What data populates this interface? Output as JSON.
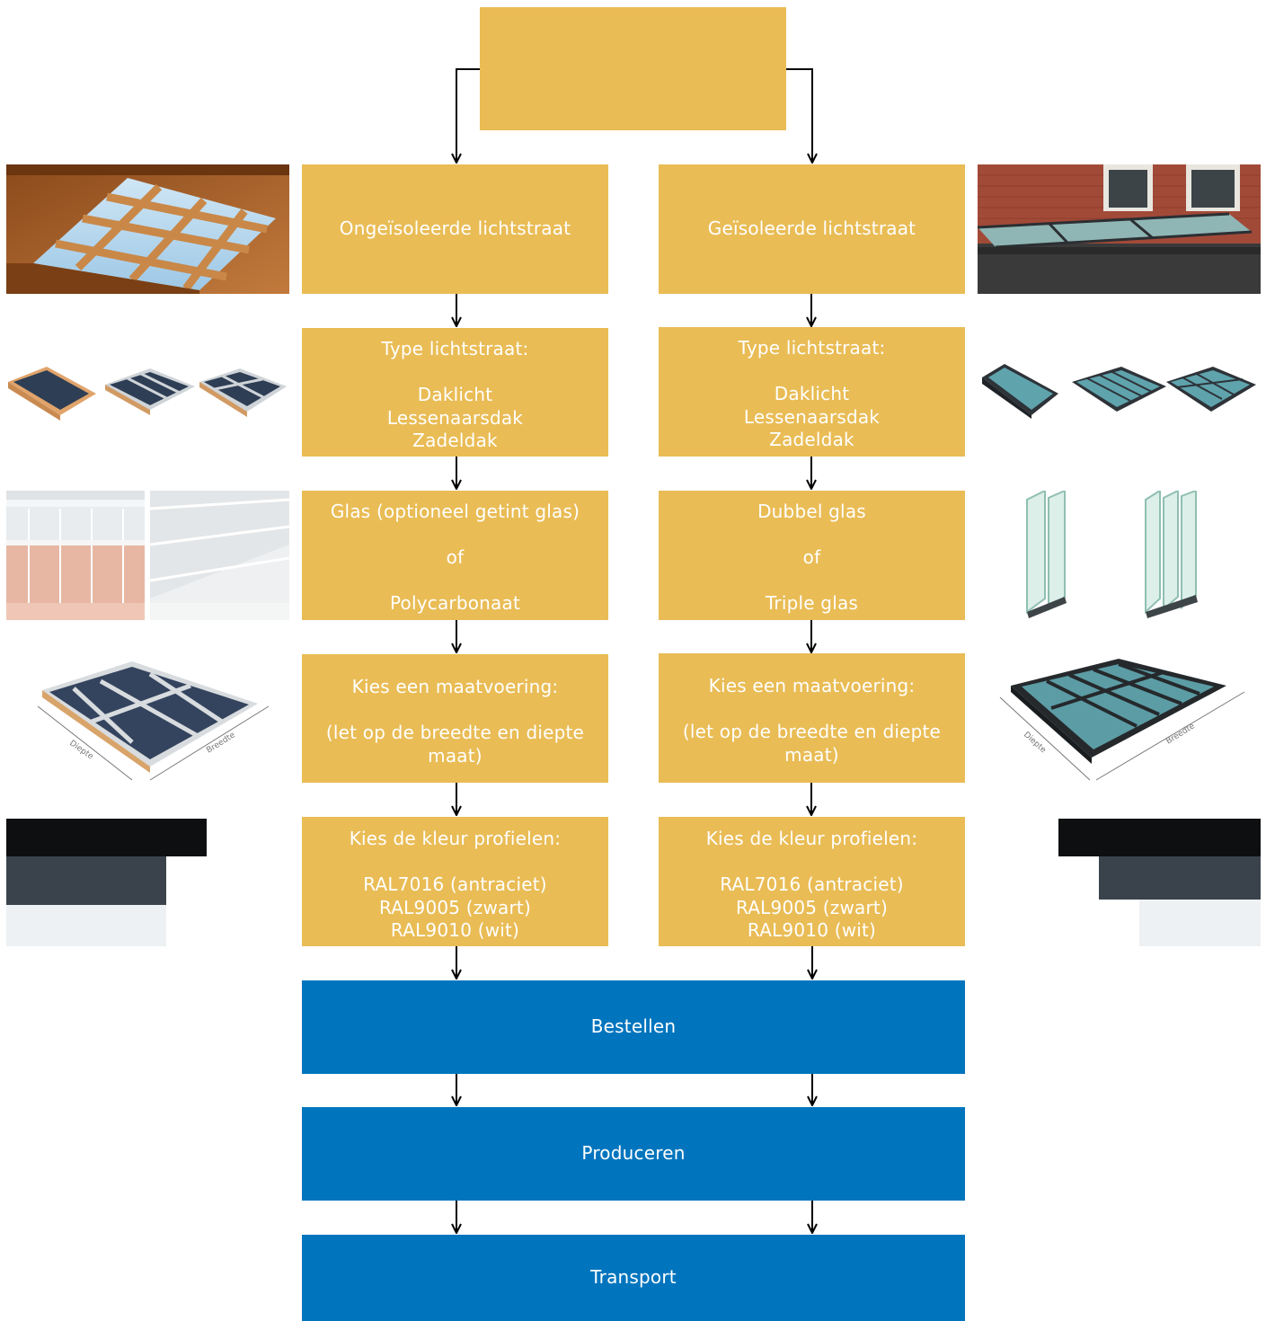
{
  "colors": {
    "gold": "#e9bc55",
    "blue": "#0075be",
    "arrow": "#000000",
    "text": "#ffffff"
  },
  "top_box": {
    "text": ""
  },
  "left_column": {
    "title": "Ongeïsoleerde lichtstraat",
    "type_lines": [
      "Type lichtstraat:",
      "",
      "Daklicht",
      "Lessenaarsdak",
      "Zadeldak"
    ],
    "glass_lines": [
      "Glas (optioneel getint glas)",
      "",
      "of",
      "",
      "Polycarbonaat"
    ],
    "size_lines": [
      "Kies een maatvoering:",
      "",
      "(let op de breedte en diepte",
      "maat)"
    ],
    "color_lines": [
      "Kies de kleur profielen:",
      "",
      "RAL7016 (antraciet)",
      "RAL9005 (zwart)",
      "RAL9010 (wit)"
    ]
  },
  "right_column": {
    "title": "Geïsoleerde lichtstraat",
    "type_lines": [
      "Type lichtstraat:",
      "",
      "Daklicht",
      "Lessenaarsdak",
      "Zadeldak"
    ],
    "glass_lines": [
      "Dubbel glas",
      "",
      "of",
      "",
      "Triple glas"
    ],
    "size_lines": [
      "Kies een maatvoering:",
      "",
      "(let op de breedte en diepte",
      "maat)"
    ],
    "color_lines": [
      "Kies de kleur profielen:",
      "",
      "RAL7016 (antraciet)",
      "RAL9005 (zwart)",
      "RAL9010 (wit)"
    ]
  },
  "steps": {
    "order": "Bestellen",
    "produce": "Produceren",
    "transport": "Transport"
  },
  "images": {
    "left": [
      "wooden-roof-skylight-photo",
      "skylight-types-render",
      "glass-and-polycarbonate-photos",
      "skylight-dimensions-render",
      "profile-colour-samples"
    ],
    "right": [
      "insulated-skylight-photo",
      "skylight-types-render",
      "double-and-triple-glass-render",
      "skylight-dimensions-render",
      "profile-colour-samples"
    ]
  },
  "dimension_labels": {
    "depth": "Diepte",
    "width": "Breedte"
  }
}
